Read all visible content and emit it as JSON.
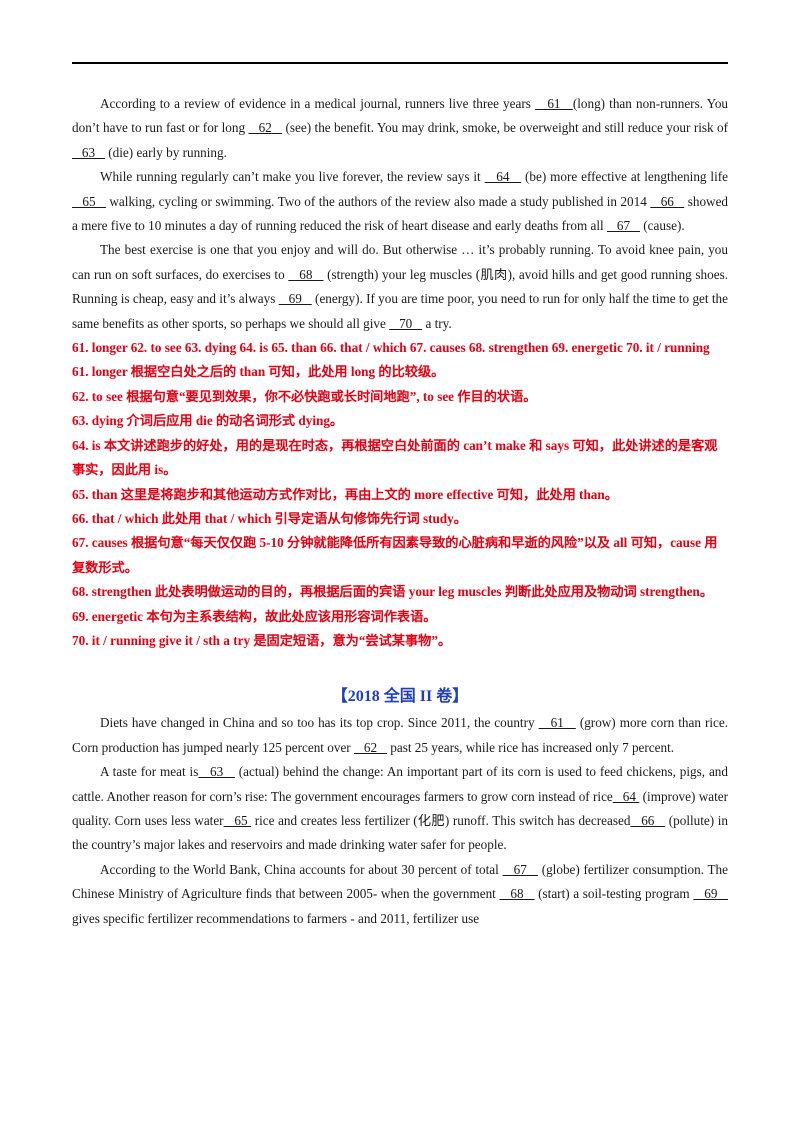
{
  "p1": {
    "s1": "According to a review of evidence in a medical journal, runners live three years ",
    "b61": "   61   ",
    "s2": "(long) than non-runners. You don’t have to run fast or for long ",
    "b62": "   62   ",
    "s3": " (see) the benefit. You may drink, smoke, be overweight and still reduce your risk of ",
    "b63": "   63   ",
    "s4": " (die) early by running."
  },
  "p2": {
    "s1": "While running regularly  can’t make you live forever, the review says it ",
    "b64": "   64   ",
    "s2": " (be) more effective at lengthening life ",
    "b65": "   65   ",
    "s3": " walking, cycling or swimming. Two of the authors of the review also made a study published in 2014 ",
    "b66": "   66   ",
    "s4": " showed a mere five to 10  minutes  a day of running reduced the risk of heart disease and early deaths from all ",
    "b67": "   67   ",
    "s5": " (cause)."
  },
  "p3": {
    "s1": "The best exercise is one  that  you enjoy and will do. But otherwise … it’s probably running. To avoid knee pain, you can run on soft surfaces, do exercises to ",
    "b68": "   68   ",
    "s2": " (strength) your leg muscles (肌肉), avoid hills and get good running shoes. Running is cheap, easy and it’s always ",
    "b69": "   69   ",
    "s3": " (energy). If you are time poor,  you need to run for only half the  time  to get the same benefits as other sports, so perhaps we should all give ",
    "b70": "   70   ",
    "s4": " a try."
  },
  "answers": {
    "summary": "61. longer 62. to see 63. dying 64. is 65. than 66. that / which 67. causes 68. strengthen 69. energetic 70. it / running",
    "a61": "61. longer  根据空白处之后的 than 可知，此处用 long 的比较级。",
    "a62": "62. to see  根据句意“要见到效果，你不必快跑或长时间地跑”, to see 作目的状语。",
    "a63": "63. dying  介词后应用 die 的动名词形式 dying。",
    "a64": "64. is  本文讲述跑步的好处，用的是现在时态，再根据空白处前面的 can’t make 和 says 可知，此处讲述的是客观事实，因此用 is。",
    "a65": "65. than  这里是将跑步和其他运动方式作对比，再由上文的 more effective 可知，此处用 than。",
    "a66": "66. that / which  此处用 that / which 引导定语从句修饰先行词 study。",
    "a67": "67. causes  根据句意“每天仅仅跑 5-10 分钟就能降低所有因素导致的心脏病和早逝的风险”以及 all 可知，cause 用复数形式。",
    "a68": "68. strengthen  此处表明做运动的目的，再根据后面的宾语 your leg muscles 判断此处应用及物动词 strengthen。",
    "a69": "69. energetic  本句为主系表结构，故此处应该用形容词作表语。",
    "a70": "70. it / running    give it / sth a try 是固定短语，意为“尝试某事物”。"
  },
  "section2": {
    "title": "【2018 全国 II 卷】"
  },
  "q1": {
    "s1": "Diets have changed in China and so too has its top crop. Since 2011, the country ",
    "b61": "   61   ",
    "s2": " (grow) more corn than rice. Corn production has jumped nearly 125 percent  over ",
    "b62": "   62   ",
    "s3": " past 25 years, while rice has increased only 7 percent."
  },
  "q2": {
    "s1": "A taste for meat is",
    "b63": "   63   ",
    "s2": " (actual) behind the change: An important part of its corn is used to feed chickens, pigs, and cattle. Another reason for corn’s rise: The government encourages farmers to grow corn instead of rice",
    "b64": "   64 ",
    "s3": " (improve) water quality. Corn uses less water",
    "b65": "   65 ",
    "s4": " rice and creates less fertilizer (化肥) runoff. This switch has decreased",
    "b66": "   66   ",
    "s5": " (pollute) in the country’s major lakes and reservoirs and made drinking water safer for people."
  },
  "q3": {
    "s1": "According to the World Bank, China accounts for about 30 percent of total ",
    "b67": "   67   ",
    "s2": " (globe) fertilizer consumption. The Chinese Ministry of Agriculture finds that between 2005- when the government ",
    "b68": "   68   ",
    "s3": " (start) a soil-testing program ",
    "b69": "   69   ",
    "s4": " gives specific fertilizer recommendations to farmers - and 2011, fertilizer use"
  }
}
